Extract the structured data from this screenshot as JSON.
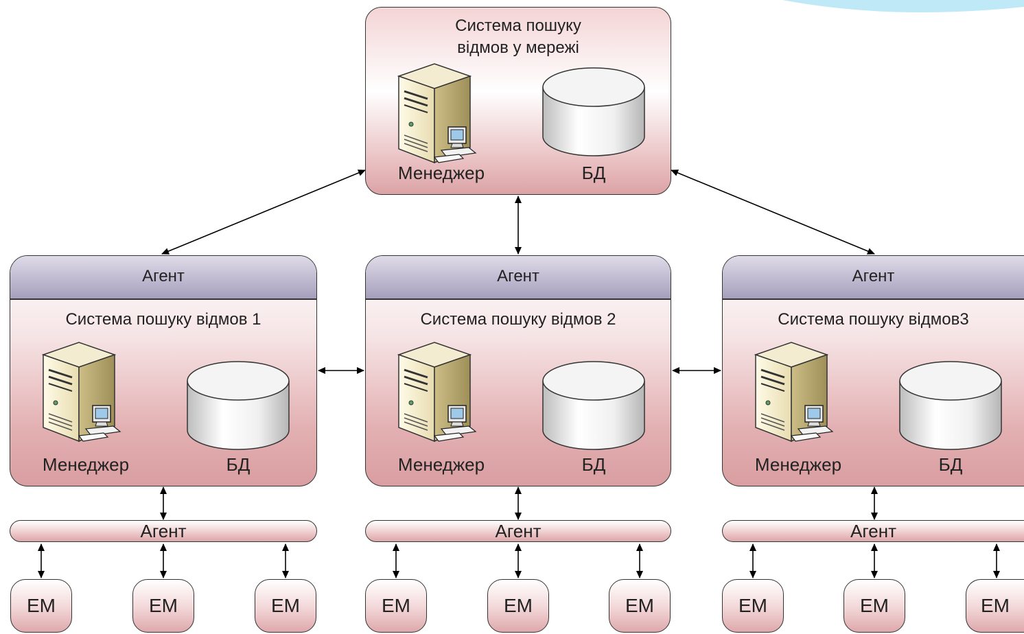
{
  "top_system": {
    "title_line1": "Система пошуку",
    "title_line2": "відмов у мережі",
    "manager_label": "Менеджер",
    "db_label": "БД"
  },
  "subsystems": [
    {
      "agent_label": "Агент",
      "title": "Система пошуку відмов 1",
      "manager_label": "Менеджер",
      "db_label": "БД"
    },
    {
      "agent_label": "Агент",
      "title": "Система пошуку відмов 2",
      "manager_label": "Менеджер",
      "db_label": "БД"
    },
    {
      "agent_label": "Агент",
      "title": "Система пошуку відмов3",
      "manager_label": "Менеджер",
      "db_label": "БД"
    }
  ],
  "agent_buses": [
    {
      "label": "Агент",
      "elements": [
        "ЕМ",
        "ЕМ",
        "ЕМ"
      ]
    },
    {
      "label": "Агент",
      "elements": [
        "ЕМ",
        "ЕМ",
        "ЕМ"
      ]
    },
    {
      "label": "Агент",
      "elements": [
        "ЕМ",
        "ЕМ",
        "ЕМ"
      ]
    }
  ],
  "colors": {
    "system_fill": "#e3b0b2",
    "agent_header": "#a59fbd",
    "accent_corner": "#8fd6f0"
  }
}
